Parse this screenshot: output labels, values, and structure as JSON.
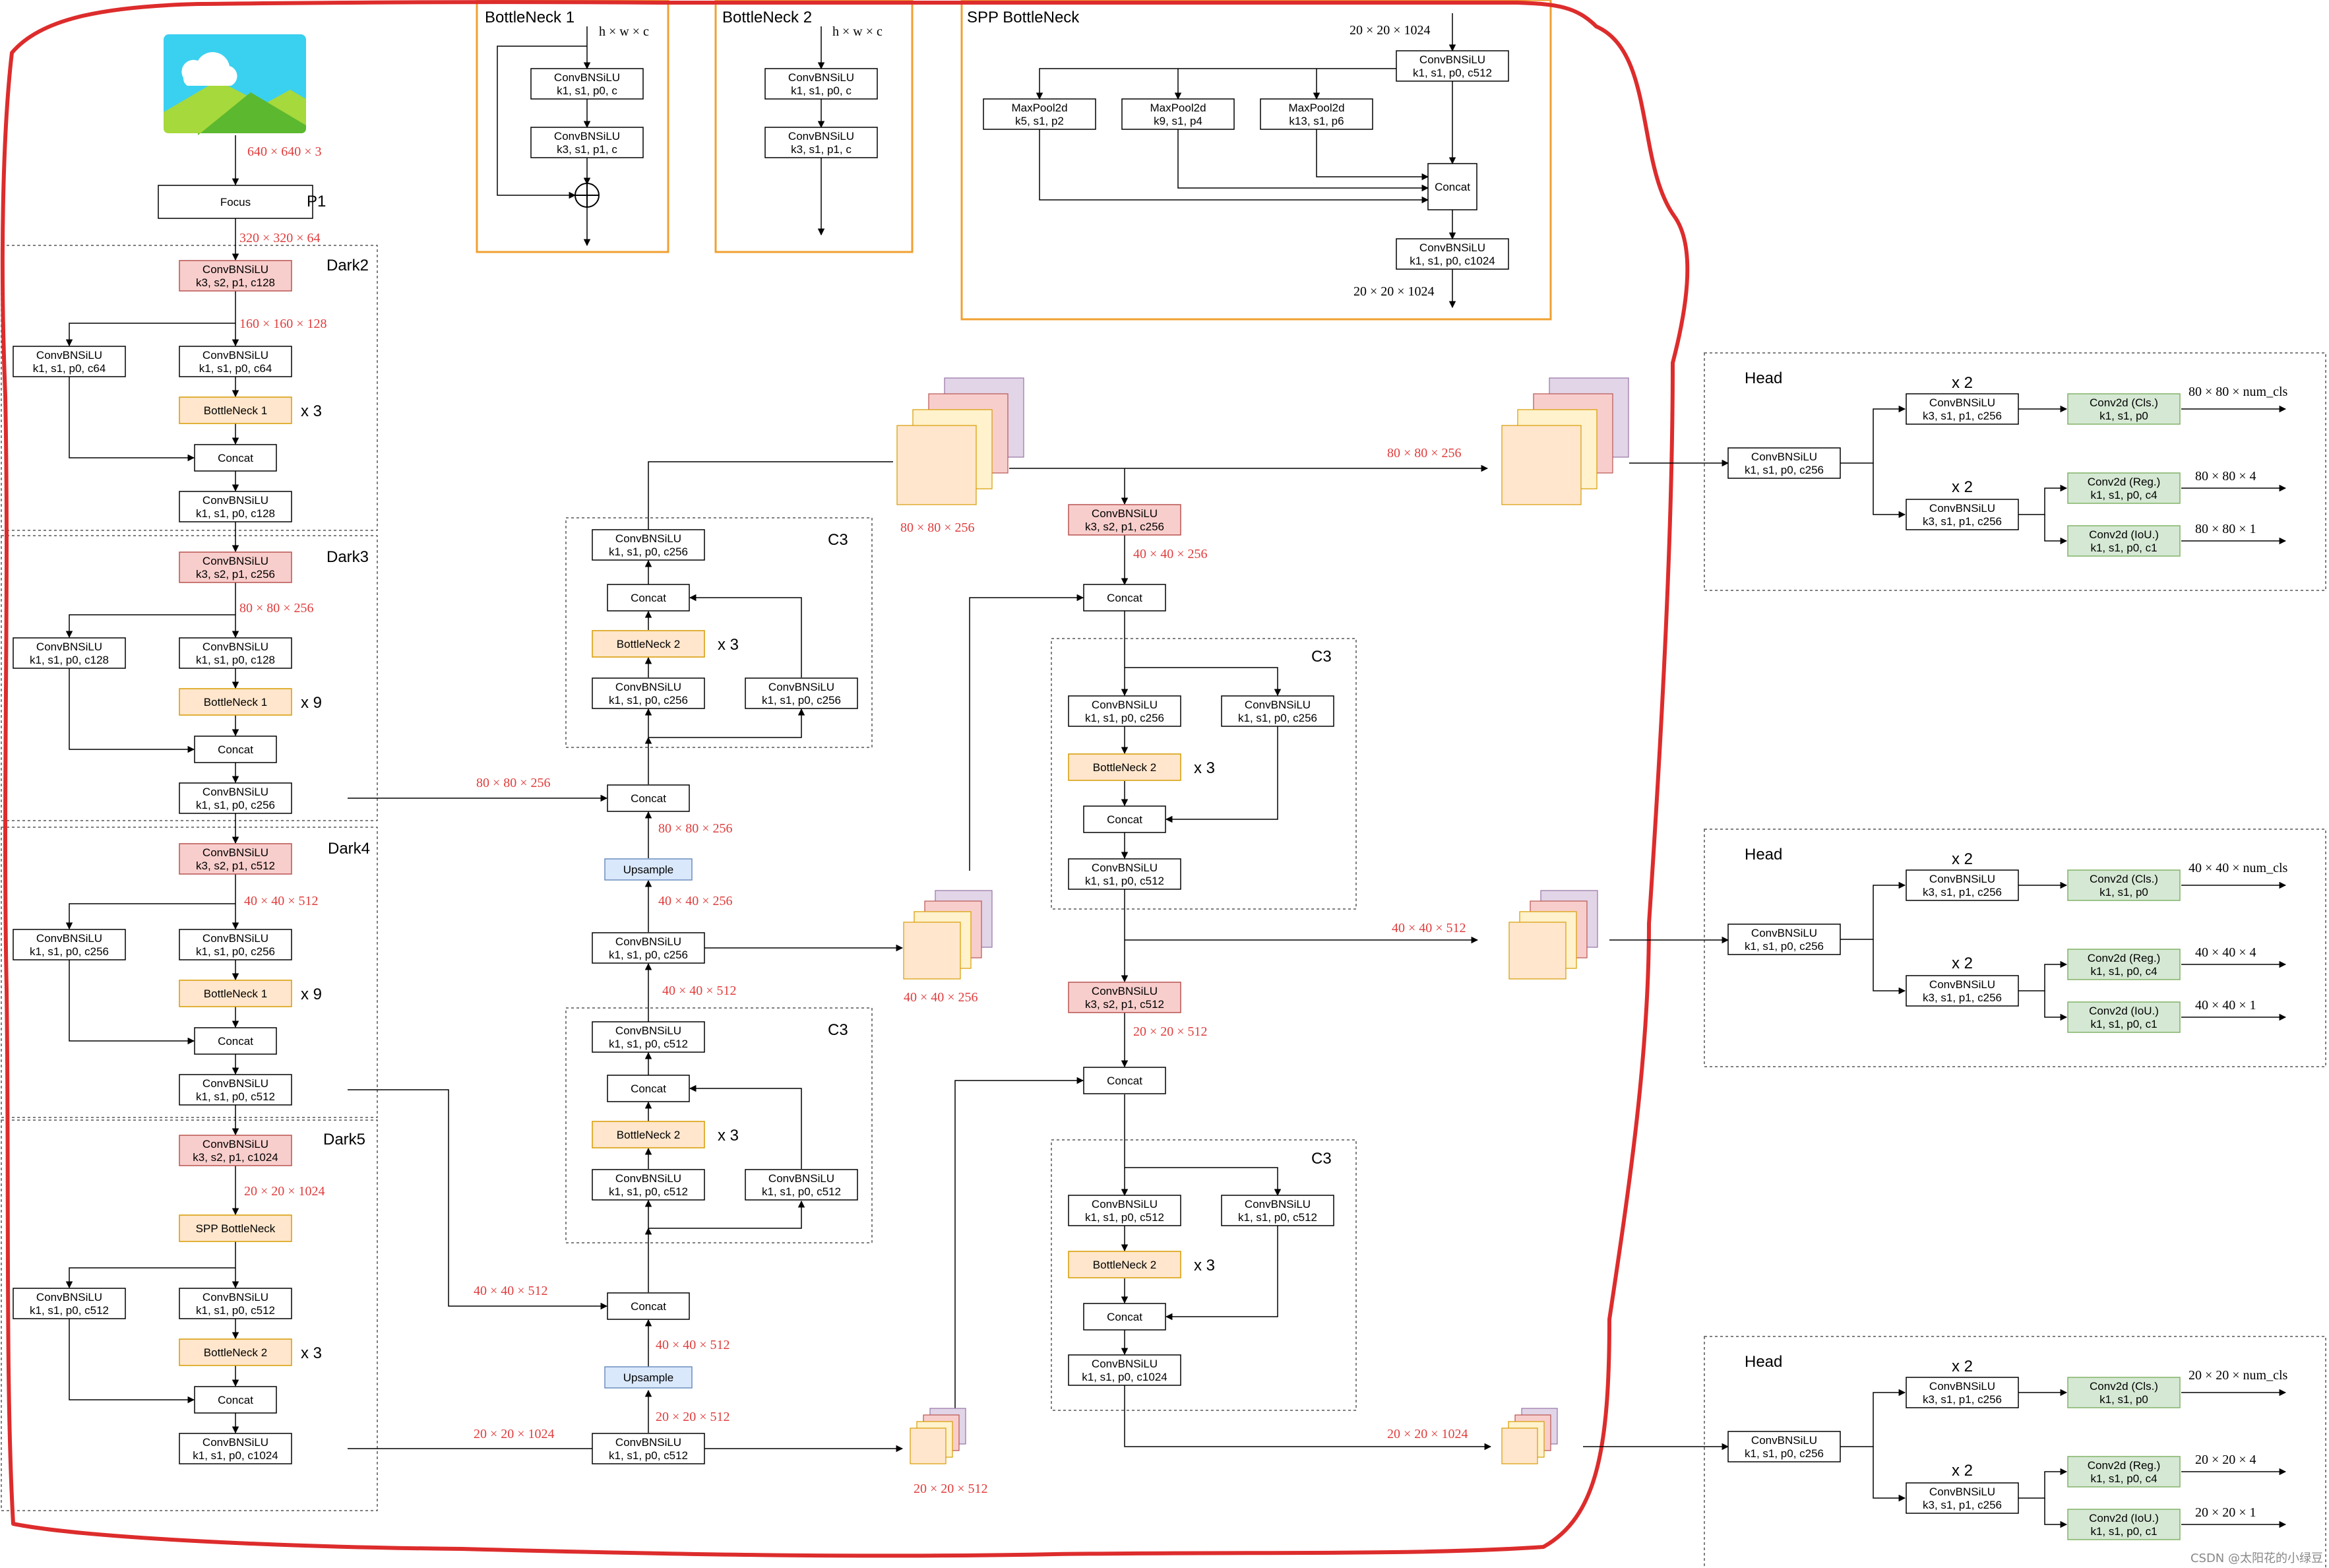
{
  "sections": {
    "dark2": "Dark2",
    "dark3": "Dark3",
    "dark4": "Dark4",
    "dark5": "Dark5",
    "c3": "C3",
    "head": "Head",
    "bottleneck1": "BottleNeck 1",
    "bottleneck2": "BottleNeck 2",
    "spp": "SPP BottleNeck",
    "p1": "P1"
  },
  "labels": {
    "focus": "Focus",
    "concat": "Concat",
    "upsample": "Upsample",
    "cbs": "ConvBNSiLU",
    "bn1": "BottleNeck 1",
    "bn2": "BottleNeck 2",
    "spp": "SPP BottleNeck",
    "maxpool": "MaxPool2d",
    "conv_cls": "Conv2d (Cls.)",
    "conv_reg": "Conv2d (Reg.)",
    "conv_iou": "Conv2d (IoU.)",
    "x2": "x 2",
    "x3": "x 3",
    "x9": "x 9"
  },
  "params": {
    "k3s2p1c128": "k3, s2, p1, c128",
    "k3s2p1c256": "k3, s2, p1, c256",
    "k3s2p1c512": "k3, s2, p1, c512",
    "k3s2p1c1024": "k3, s2, p1, c1024",
    "k1s1p0c64": "k1, s1, p0, c64",
    "k1s1p0c128": "k1, s1, p0, c128",
    "k1s1p0c256": "k1, s1, p0, c256",
    "k1s1p0c512": "k1, s1, p0, c512",
    "k1s1p0c1024": "k1, s1, p0, c1024",
    "k1s1p0c": "k1, s1, p0, c",
    "k3s1p1c": "k3, s1, p1, c",
    "k3s1p1c256": "k3, s1, p1, c256",
    "k5s1p2": "k5, s1, p2",
    "k9s1p4": "k9, s1, p4",
    "k13s1p6": "k13, s1, p6",
    "k1s1p0": "k1, s1, p0",
    "k1s1p0c4": "k1, s1, p0, c4",
    "k1s1p0c1": "k1, s1, p0, c1"
  },
  "dims": {
    "d640": "640 × 640 × 3",
    "d320": "320 × 320 × 64",
    "d160": "160 × 160 × 128",
    "d80_256": "80 × 80 × 256",
    "d40_512": "40 × 40 × 512",
    "d40_256": "40 × 40 × 256",
    "d20_1024": "20 × 20 × 1024",
    "d20_512": "20 × 20 × 512",
    "hwc": "h × w × c",
    "h80_cls": "80 × 80 × num_cls",
    "h80_4": "80 × 80 × 4",
    "h80_1": "80 × 80 × 1",
    "h40_cls": "40 × 40 × num_cls",
    "h40_4": "40 × 40 × 4",
    "h40_1": "40 × 40 × 1",
    "h20_cls": "20 × 20 × num_cls",
    "h20_4": "20 × 20 × 4",
    "h20_1": "20 × 20 × 1"
  },
  "colors": {
    "red_fill": "#f8cecc",
    "red_stroke": "#b85450",
    "orange_fill": "#ffe6cc",
    "orange_stroke": "#d79b00",
    "green_fill": "#d5e8d4",
    "green_stroke": "#82b366",
    "blue_fill": "#dae8fc",
    "blue_stroke": "#6c8ebf",
    "purple_fill": "#e1d5e7",
    "yellow_fill": "#fff2cc",
    "sketch_red": "#dd2c2c",
    "dim_red": "#e03c3c",
    "panel_orange": "#f0a030"
  },
  "icons": [
    "image-icon",
    "circle-plus-icon"
  ],
  "watermark": "CSDN @太阳花的小绿豆"
}
